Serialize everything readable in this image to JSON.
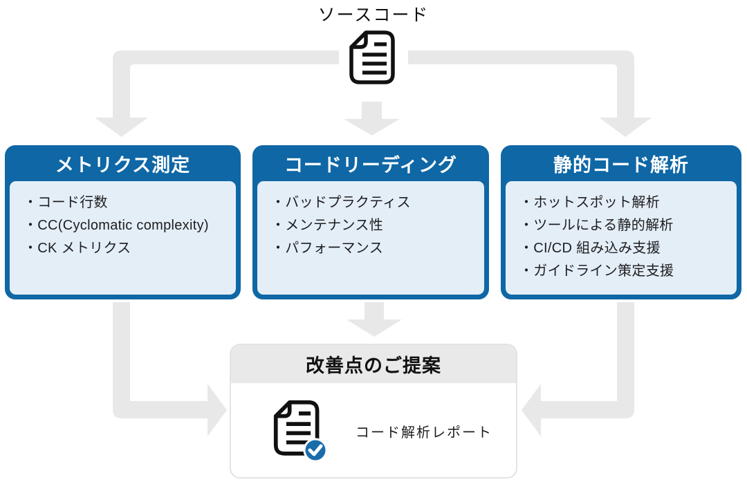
{
  "diagram_title": "ソースコード",
  "bullet_char": "・",
  "source": {
    "label": "ソースコード",
    "icon": "document-icon"
  },
  "analysis_boxes": [
    {
      "title": "メトリクス測定",
      "items": [
        "コード行数",
        "CC(Cyclomatic complexity)",
        "CK メトリクス"
      ]
    },
    {
      "title": "コードリーディング",
      "items": [
        "バッドプラクティス",
        "メンテナンス性",
        "パフォーマンス"
      ]
    },
    {
      "title": "静的コード解析",
      "items": [
        "ホットスポット解析",
        "ツールによる静的解析",
        "CI/CD 組み込み支援",
        "ガイドライン策定支援"
      ]
    }
  ],
  "result_box": {
    "title": "改善点のご提案",
    "report_label": "コード解析レポート",
    "icon": "document-check-icon"
  },
  "colors": {
    "accent_blue": "#0f67a5",
    "box_body_blue": "#e4eef7",
    "arrow_gray": "#e8e8e8",
    "result_header_gray": "#e9e9e9",
    "check_badge_blue": "#1a6cab",
    "text_dark": "#1d1d1f"
  }
}
